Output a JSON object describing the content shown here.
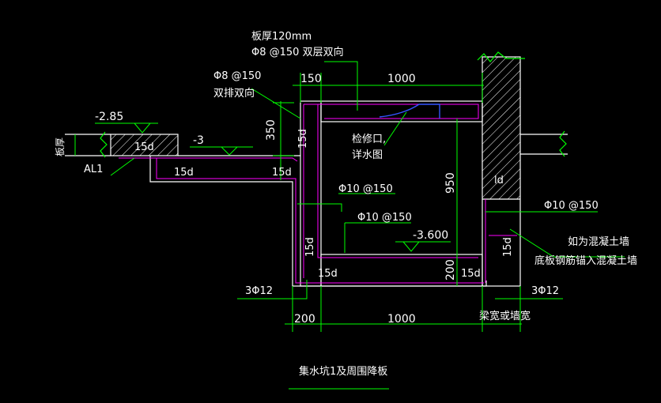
{
  "title": "集水坑1及周围降板",
  "notes": {
    "slab_thickness": "板厚120mm",
    "slab_rebar": "Φ8 @150 双层双向",
    "wall_rebar_1": "Φ8 @150",
    "wall_rebar_2": "双排双向",
    "access_1": "检修口,",
    "access_2": "详水图",
    "rebar_a": "Φ10 @150",
    "rebar_b": "Φ10 @150",
    "rebar_c": "Φ10 @150",
    "concrete_wall_1": "如为混凝土墙",
    "concrete_wall_2": "底板钢筋锚入混凝土墙",
    "bars_left": "3Φ12",
    "bars_right": "3Φ12",
    "beam_width": "梁宽或墙宽",
    "slab_label": "板厚",
    "al1": "AL1"
  },
  "levels": {
    "l1": "-2.85",
    "l2": "-3",
    "l3": "-3.600"
  },
  "dims": {
    "d150": "150",
    "d1000_top": "1000",
    "d350": "350",
    "d950": "950",
    "d200_side": "200",
    "d200_bottom": "200",
    "d1000_bottom": "1000"
  },
  "anchors": {
    "a1": "15d",
    "a2": "15d",
    "a3": "15d",
    "a4": "15d",
    "a5": "15d",
    "a6": "15d",
    "a7": "15d",
    "a8": "15d",
    "ld": "ld"
  },
  "colors": {
    "background": "#000000",
    "concrete": "#ffffff",
    "dimension": "#00ff00",
    "rebar": "#ff00ff",
    "accent": "#0000ff",
    "text": "#ffffff"
  }
}
